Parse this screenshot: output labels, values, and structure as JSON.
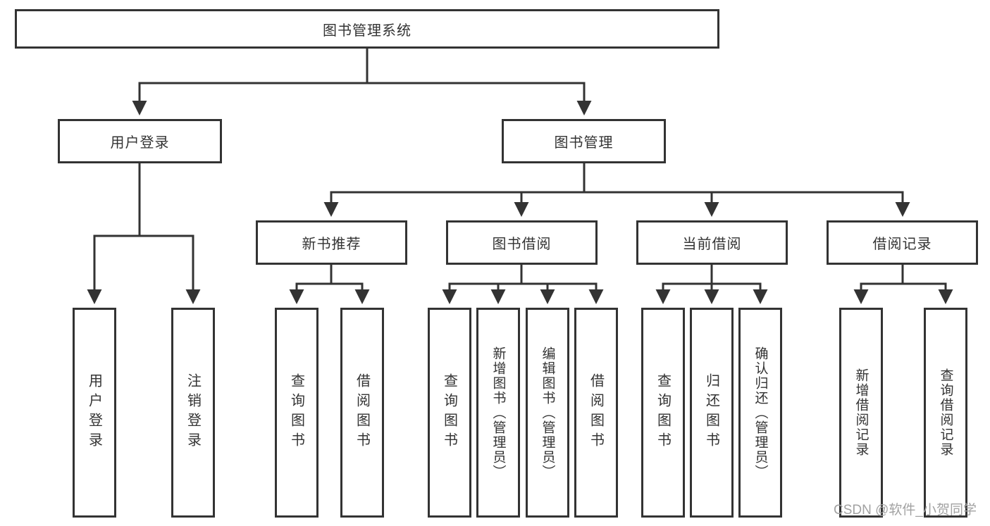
{
  "diagram": {
    "title": "图书管理系统",
    "root": {
      "label": "图书管理系统"
    },
    "modules": [
      {
        "label": "用户登录",
        "features": [
          "用户登录",
          "注销登录"
        ]
      },
      {
        "label": "图书管理",
        "submodules": [
          {
            "label": "新书推荐",
            "features": [
              "查询图书",
              "借阅图书"
            ]
          },
          {
            "label": "图书借阅",
            "features": [
              "查询图书",
              "新增图书（管理员）",
              "编辑图书（管理员）",
              "借阅图书"
            ]
          },
          {
            "label": "当前借阅",
            "features": [
              "查询图书",
              "归还图书",
              "确认归还（管理员）"
            ]
          },
          {
            "label": "借阅记录",
            "features": [
              "新增借阅记录",
              "查询借阅记录"
            ]
          }
        ]
      }
    ]
  },
  "watermark": "CSDN @软件_小贺同学",
  "colors": {
    "line": "#333333",
    "box_border": "#333333",
    "text": "#333333",
    "watermark": "#a2a2a2",
    "background": "#ffffff"
  }
}
